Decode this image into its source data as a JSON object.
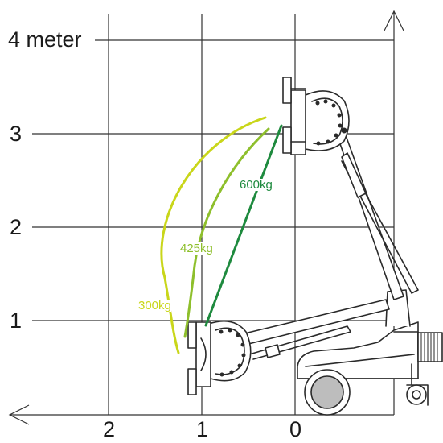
{
  "y_axis": {
    "unit_label": "4 meter",
    "ticks": [
      "3",
      "2",
      "1"
    ]
  },
  "x_axis": {
    "ticks": [
      "2",
      "1",
      "0"
    ]
  },
  "curves": [
    {
      "label": "300kg",
      "color": "#c9d61a"
    },
    {
      "label": "425kg",
      "color": "#8ebf2c"
    },
    {
      "label": "600kg",
      "color": "#1e8a3e"
    }
  ],
  "grid_color": "#333333",
  "machine_color": "#2a2a2a"
}
